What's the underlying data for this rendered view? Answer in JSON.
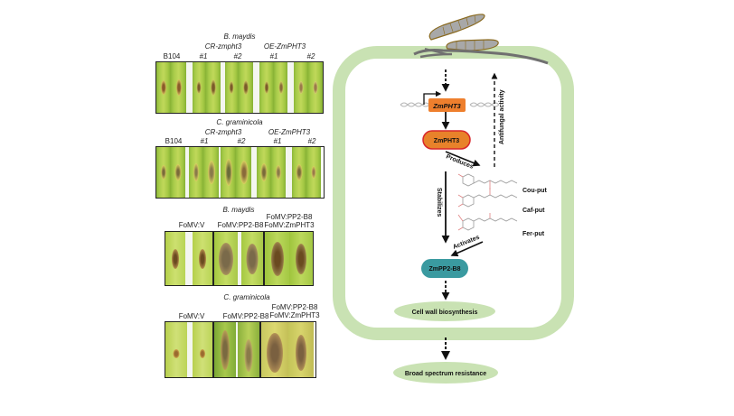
{
  "left_panels": [
    {
      "pathogen": "B. maydis",
      "group_labels": [
        "CR-zmpht3",
        "OE-ZmPHT3"
      ],
      "column_labels": [
        "B104",
        "#1",
        "#2",
        "#1",
        "#2"
      ]
    },
    {
      "pathogen": "C. graminicola",
      "group_labels": [
        "CR-zmpht3",
        "OE-ZmPHT3"
      ],
      "column_labels": [
        "B104",
        "#1",
        "#2",
        "#1",
        "#2"
      ]
    },
    {
      "pathogen": "B. maydis",
      "column_labels": [
        "FoMV:V",
        "FoMV:PP2-B8",
        "FoMV:PP2-B8",
        "FoMV:ZmPHT3"
      ]
    },
    {
      "pathogen": "C. graminicola",
      "column_labels": [
        "FoMV:V",
        "FoMV:PP2-B8",
        "FoMV:PP2-B8",
        "FoMV:ZmPHT3"
      ]
    }
  ],
  "diagram": {
    "gene": "ZmPHT3",
    "protein": "ZmPHT3",
    "target_protein": "ZmPP2-B8",
    "edges": {
      "produces": "Produces",
      "stabilizes": "Stabilizes",
      "activates": "Activates",
      "antifungal": "Antifungal activity"
    },
    "metabolites": [
      "Cou-put",
      "Caf-put",
      "Fer-put"
    ],
    "outcomes": {
      "cell_wall": "Cell wall biosynthesis",
      "resistance": "Broad spectrum resistance"
    },
    "colors": {
      "cell_wall_band": "#c9e2b3",
      "gene_box": "#ee7f2d",
      "protein_fill": "#e8822a",
      "protein_border": "#d8262c",
      "pp2_fill": "#3a9aa0",
      "ellipse_fill": "#c9e2b3",
      "fungus_fill": "#a8a8a8",
      "fungus_border": "#8a6a20"
    }
  }
}
